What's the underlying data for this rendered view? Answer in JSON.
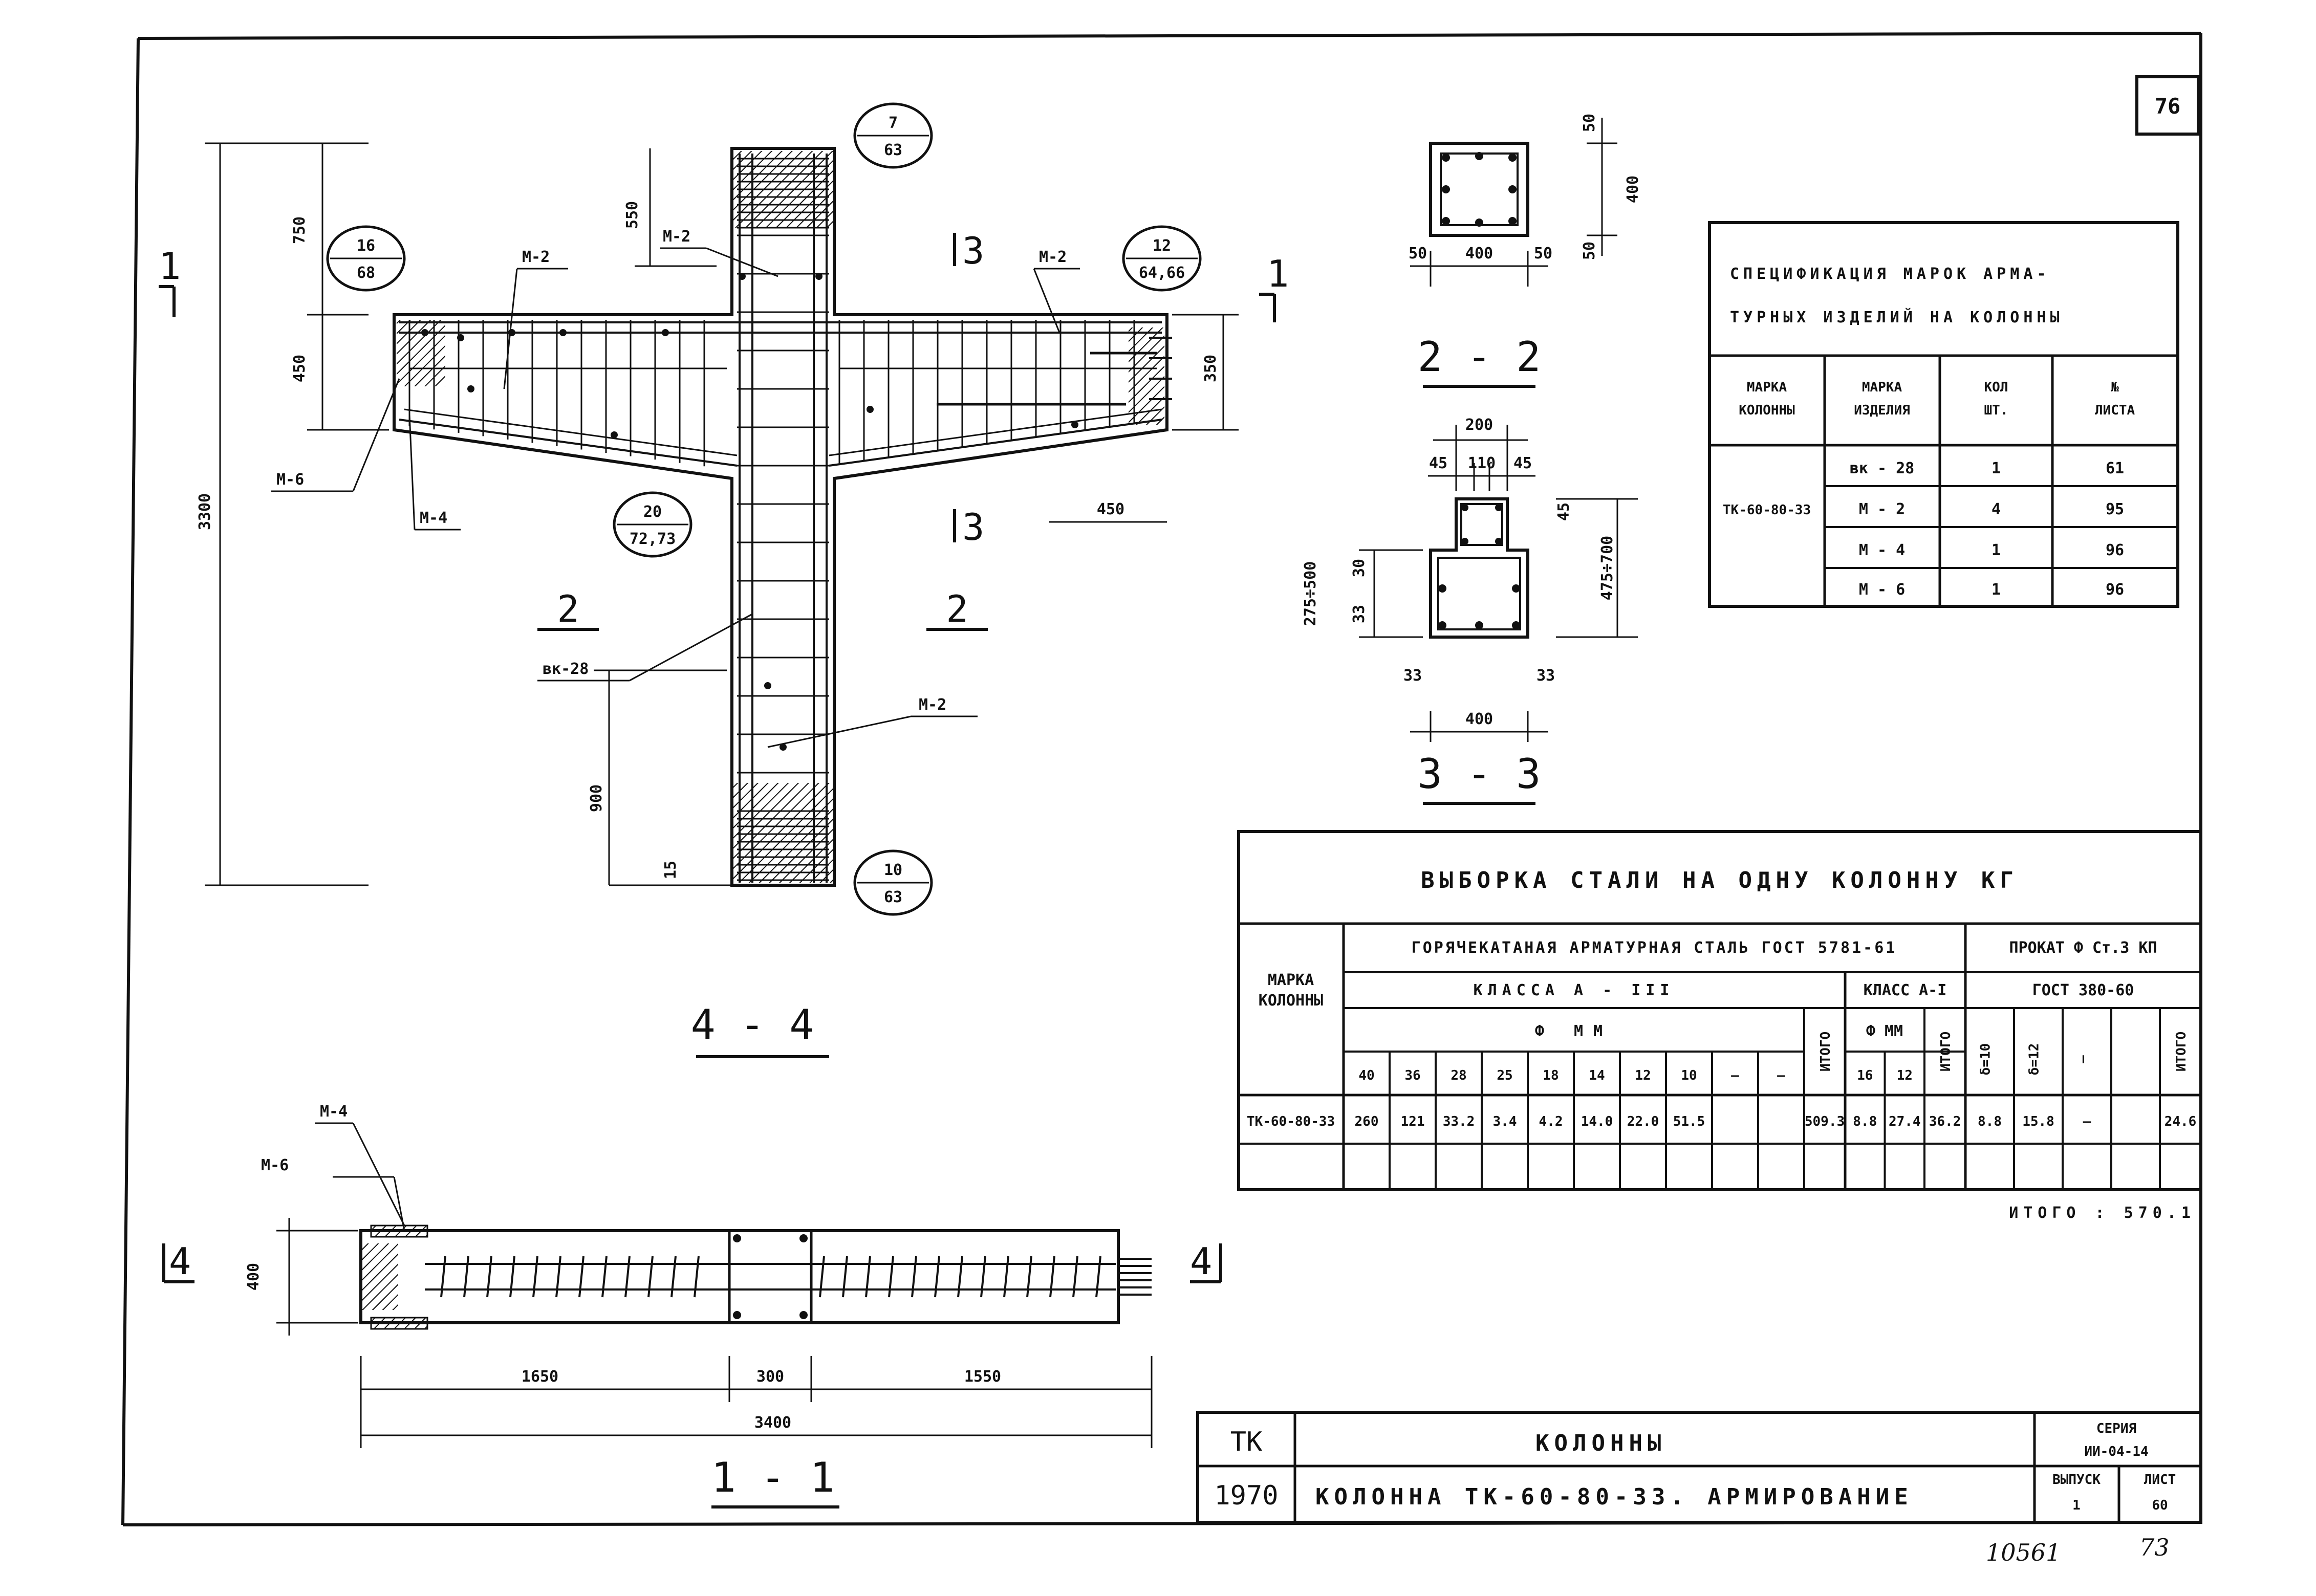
{
  "sheet": {
    "page_number": "76",
    "handwritten_number": "10561",
    "handwritten_page": "73"
  },
  "view_4_4": {
    "title": "4 - 4",
    "dims": {
      "d750": "750",
      "d450": "450",
      "d3300": "3300",
      "d550": "550",
      "d350": "350",
      "d450b": "450",
      "d900": "900",
      "d15": "15"
    },
    "cut_2": "2",
    "cut_3": "3",
    "cut_1": "1",
    "labels": {
      "m2a": "М-2",
      "m2b": "М-2",
      "m2c": "М-2",
      "m2d": "М-2",
      "m6": "М-6",
      "m4": "М-4",
      "vk28": "вк-28"
    },
    "refs": [
      {
        "top": "16",
        "bottom": "68"
      },
      {
        "top": "7",
        "bottom": "63"
      },
      {
        "top": "12",
        "bottom": "64,66"
      },
      {
        "top": "20",
        "bottom": "72,73"
      },
      {
        "top": "10",
        "bottom": "63"
      }
    ]
  },
  "section_2_2": {
    "title": "2 - 2",
    "d50a": "50",
    "d50b": "50",
    "d400w": "400",
    "d50c": "50",
    "d400h": "400",
    "d50d": "50"
  },
  "section_3_3": {
    "title": "3 - 3",
    "d200": "200",
    "d45a": "45",
    "d110": "110",
    "d45b": "45",
    "d45c": "45",
    "d30": "30",
    "d33": "33",
    "d275": "275÷500",
    "d475": "475÷700",
    "d33a": "33",
    "d33b": "33",
    "d400": "400"
  },
  "view_1_1": {
    "title": "1 - 1",
    "d1650": "1650",
    "d300": "300",
    "d1550": "1550",
    "d3400": "3400",
    "d400": "400",
    "cut_4": "4",
    "m4": "М-4",
    "m6": "М-6"
  },
  "spec_table": {
    "title_1": "СПЕЦИФИКАЦИЯ МАРОК АРМА-",
    "title_2": "ТУРНЫХ ИЗДЕЛИЙ НА КОЛОННЫ",
    "headers": [
      [
        "МАРКА",
        "КОЛОННЫ"
      ],
      [
        "МАРКА",
        "ИЗДЕЛИЯ"
      ],
      [
        "КОЛ",
        "ШТ."
      ],
      [
        "№",
        "ЛИСТА"
      ]
    ],
    "column_mark": "ТК-60-80-33",
    "rows": [
      {
        "item": "вк - 28",
        "qty": "1",
        "sheet": "61"
      },
      {
        "item": "М - 2",
        "qty": "4",
        "sheet": "95"
      },
      {
        "item": "М - 4",
        "qty": "1",
        "sheet": "96"
      },
      {
        "item": "М - 6",
        "qty": "1",
        "sheet": "96"
      }
    ]
  },
  "steel_table": {
    "title": "ВЫБОРКА СТАЛИ НА ОДНУ КОЛОННУ КГ",
    "col_mark_1": "МАРКА",
    "col_mark_2": "КОЛОННЫ",
    "group_hot": "ГОРЯЧЕКАТАНАЯ АРМАТУРНАЯ СТАЛЬ ГОСТ 5781-61",
    "group_rolled": "ПРОКАТ Ф Ст.3 КП",
    "class_a3": "КЛАССА А - III",
    "class_a1": "КЛАСС А-I",
    "gost_rolled": "ГОСТ 380-60",
    "phi_mm_a3": "Ф ММ",
    "phi_mm_a1": "Ф ММ",
    "itogo": "ИТОГО",
    "diam_a3": [
      "40",
      "36",
      "28",
      "25",
      "18",
      "14",
      "12",
      "10",
      "—",
      "—"
    ],
    "diam_a1": [
      "16",
      "12"
    ],
    "rolled_cols": [
      "δ=10",
      "δ=12",
      "—",
      ""
    ],
    "row": {
      "mark": "ТК-60-80-33",
      "a3_values": [
        "260",
        "121",
        "33.2",
        "3.4",
        "4.2",
        "14.0",
        "22.0",
        "51.5",
        "",
        ""
      ],
      "a3_total": "509.3",
      "a1_values": [
        "8.8",
        "27.4"
      ],
      "a1_total": "36.2",
      "rolled_values": [
        "8.8",
        "15.8",
        "–",
        ""
      ],
      "rolled_total": "24.6"
    },
    "grand_total": "ИТОГО : 570.1"
  },
  "title_block": {
    "code": "ТК",
    "name": "КОЛОННЫ",
    "year": "1970",
    "description": "КОЛОННА ТК-60-80-33. АРМИРОВАНИЕ",
    "series_label": "СЕРИЯ",
    "series": "ИИ-04-14",
    "issue_label": "ВЫПУСК",
    "issue": "1",
    "sheet_label": "ЛИСТ",
    "sheet": "60"
  }
}
